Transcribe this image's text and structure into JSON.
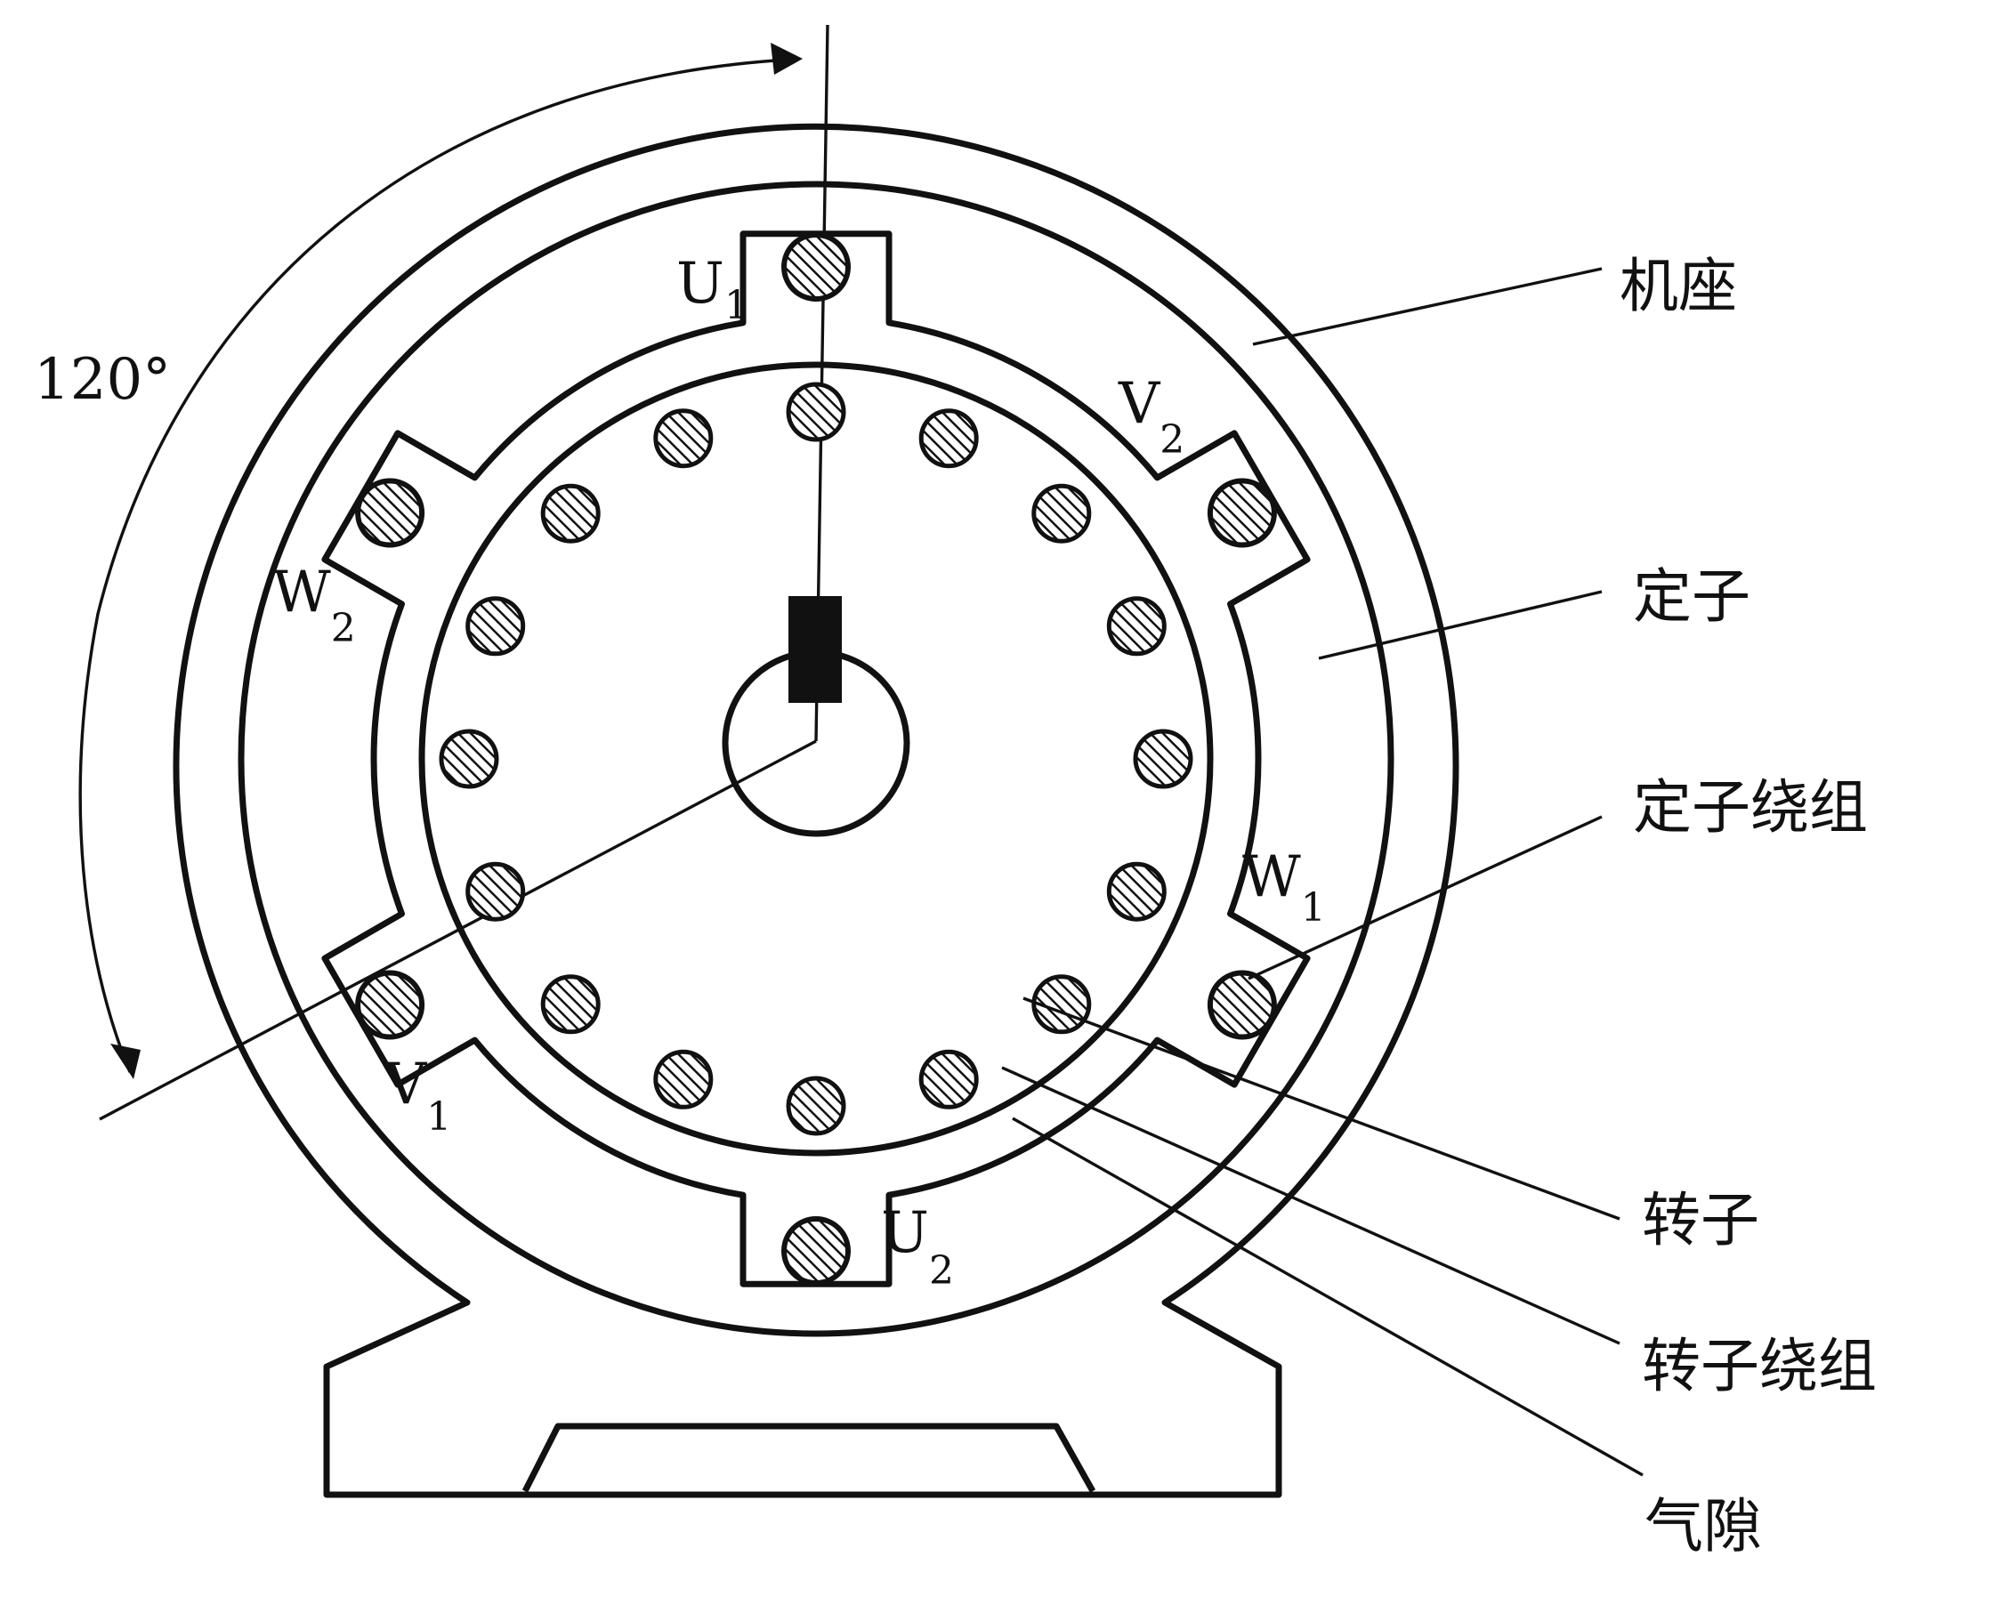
{
  "angle_label": "120°",
  "phase_labels": [
    {
      "key": "u1",
      "letter": "U",
      "sub": "1"
    },
    {
      "key": "v2",
      "letter": "V",
      "sub": "2"
    },
    {
      "key": "w2",
      "letter": "W",
      "sub": "2"
    },
    {
      "key": "w1",
      "letter": "W",
      "sub": "1"
    },
    {
      "key": "v1",
      "letter": "V",
      "sub": "1"
    },
    {
      "key": "u2",
      "letter": "U",
      "sub": "2"
    }
  ],
  "callouts": {
    "frame": "机座",
    "stator": "定子",
    "stator_winding": "定子绕组",
    "rotor": "转子",
    "rotor_winding": "转子绕组",
    "air_gap": "气隙"
  },
  "counts": {
    "rotor_conductors": 16,
    "stator_slots": 6
  }
}
